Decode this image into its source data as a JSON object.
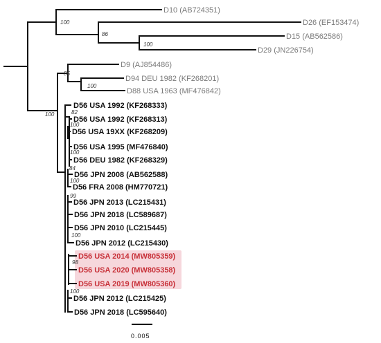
{
  "tree": {
    "tips": [
      {
        "id": "d10",
        "label": "D10 (AB724351)",
        "style": "grey"
      },
      {
        "id": "d26",
        "label": "D26 (EF153474)",
        "style": "grey"
      },
      {
        "id": "d15",
        "label": "D15 (AB562586)",
        "style": "grey"
      },
      {
        "id": "d29",
        "label": "D29 (JN226754)",
        "style": "grey"
      },
      {
        "id": "d9",
        "label": "D9 (AJ854486)",
        "style": "grey"
      },
      {
        "id": "d94",
        "label": "D94 DEU 1982 (KF268201)",
        "style": "grey"
      },
      {
        "id": "d88",
        "label": "D88 USA 1963 (MF476842)",
        "style": "grey"
      },
      {
        "id": "kf268333",
        "label": "D56 USA 1992 (KF268333)",
        "style": "black"
      },
      {
        "id": "kf268313",
        "label": "D56 USA 1992 (KF268313)",
        "style": "black"
      },
      {
        "id": "kf268209",
        "label": "D56 USA 19XX (KF268209)",
        "style": "black"
      },
      {
        "id": "mf476840",
        "label": "D56 USA 1995 (MF476840)",
        "style": "black"
      },
      {
        "id": "kf268329",
        "label": "D56 DEU 1982 (KF268329)",
        "style": "black"
      },
      {
        "id": "ab562588",
        "label": "D56 JPN 2008 (AB562588)",
        "style": "black"
      },
      {
        "id": "hm770721",
        "label": "D56 FRA 2008 (HM770721)",
        "style": "black"
      },
      {
        "id": "lc215431",
        "label": "D56 JPN 2013 (LC215431)",
        "style": "black"
      },
      {
        "id": "lc589687",
        "label": "D56 JPN 2018 (LC589687)",
        "style": "black"
      },
      {
        "id": "lc215445",
        "label": "D56 JPN 2010 (LC215445)",
        "style": "black"
      },
      {
        "id": "lc215430",
        "label": "D56 JPN 2012 (LC215430)",
        "style": "black"
      },
      {
        "id": "mw805359",
        "label": "D56 USA 2014 (MW805359)",
        "style": "red"
      },
      {
        "id": "mw805358",
        "label": "D56 USA 2020 (MW805358)",
        "style": "red"
      },
      {
        "id": "mw805360",
        "label": "D56 USA 2019 (MW805360)",
        "style": "red"
      },
      {
        "id": "lc215425",
        "label": "D56 JPN 2012 (LC215425)",
        "style": "black"
      },
      {
        "id": "lc595640",
        "label": "D56 JPN 2018 (LC595640)",
        "style": "black"
      }
    ],
    "supports": [
      {
        "id": "s1",
        "value": "100"
      },
      {
        "id": "s2",
        "value": "86"
      },
      {
        "id": "s3",
        "value": "100"
      },
      {
        "id": "s4",
        "value": "85"
      },
      {
        "id": "s5",
        "value": "100"
      },
      {
        "id": "s6",
        "value": "100"
      },
      {
        "id": "s7",
        "value": "82"
      },
      {
        "id": "s8",
        "value": "100"
      },
      {
        "id": "s9",
        "value": "100"
      },
      {
        "id": "s10",
        "value": "84"
      },
      {
        "id": "s11",
        "value": "100"
      },
      {
        "id": "s12",
        "value": "99"
      },
      {
        "id": "s13",
        "value": "100"
      },
      {
        "id": "s14",
        "value": "98"
      },
      {
        "id": "s15",
        "value": "100"
      }
    ],
    "scale_bar": {
      "label": "0.005"
    },
    "colors": {
      "branch": "#111111",
      "grey_tip": "#7a7a7a",
      "highlight_text": "#c8323a",
      "highlight_bg": "#f6d7dc"
    }
  }
}
